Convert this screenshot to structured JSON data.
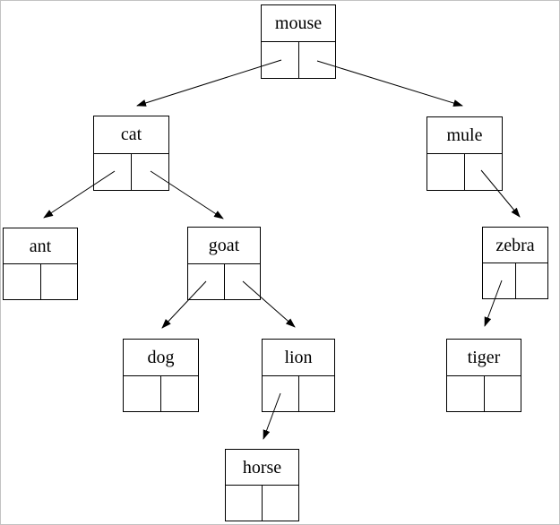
{
  "diagram": {
    "type": "binary-tree",
    "description": "Linked binary search tree of animal names; each node box has a name field and two pointer fields",
    "nodes": [
      {
        "id": "mouse",
        "label": "mouse"
      },
      {
        "id": "cat",
        "label": "cat"
      },
      {
        "id": "mule",
        "label": "mule"
      },
      {
        "id": "ant",
        "label": "ant"
      },
      {
        "id": "goat",
        "label": "goat"
      },
      {
        "id": "zebra",
        "label": "zebra"
      },
      {
        "id": "dog",
        "label": "dog"
      },
      {
        "id": "lion",
        "label": "lion"
      },
      {
        "id": "tiger",
        "label": "tiger"
      },
      {
        "id": "horse",
        "label": "horse"
      }
    ],
    "edges": [
      {
        "from": "mouse",
        "side": "left",
        "to": "cat"
      },
      {
        "from": "mouse",
        "side": "right",
        "to": "mule"
      },
      {
        "from": "cat",
        "side": "left",
        "to": "ant"
      },
      {
        "from": "cat",
        "side": "right",
        "to": "goat"
      },
      {
        "from": "goat",
        "side": "left",
        "to": "dog"
      },
      {
        "from": "goat",
        "side": "right",
        "to": "lion"
      },
      {
        "from": "mule",
        "side": "right",
        "to": "zebra"
      },
      {
        "from": "zebra",
        "side": "left",
        "to": "tiger"
      },
      {
        "from": "lion",
        "side": "left",
        "to": "horse"
      }
    ],
    "colors": {
      "line": "#000000",
      "background": "#ffffff",
      "frame": "#c3c3c3"
    }
  }
}
